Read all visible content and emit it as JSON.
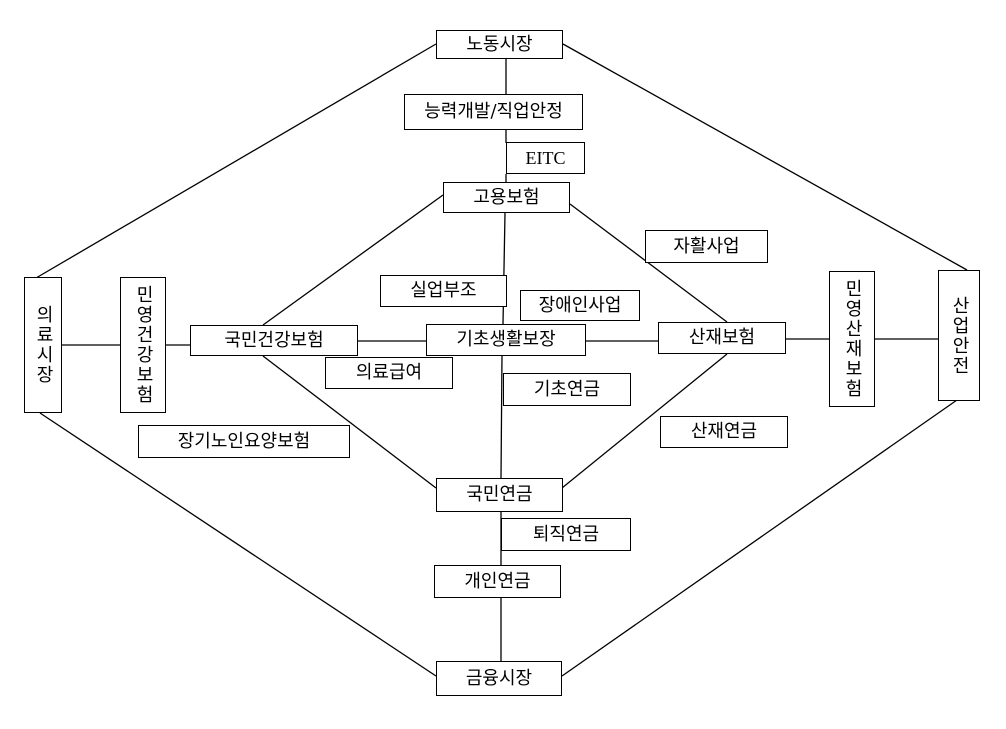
{
  "nodes": {
    "labor_market": "노동시장",
    "skill_dev": "능력개발/직업안정",
    "eitc": "EITC",
    "employment_ins": "고용보험",
    "self_support": "자활사업",
    "unemployment_aid": "실업부조",
    "disability": "장애인사업",
    "medical_market": "의료시장",
    "private_health": "민영건강보험",
    "nhi": "국민건강보험",
    "basic_livelihood": "기초생활보장",
    "industrial_ins": "산재보험",
    "private_industrial": "민영산재보험",
    "industrial_safety": "산업안전",
    "medical_aid": "의료급여",
    "basic_pension": "기초연금",
    "industrial_pension": "산재연금",
    "ltc": "장기노인요양보험",
    "national_pension": "국민연금",
    "retirement_pension": "퇴직연금",
    "personal_pension": "개인연금",
    "financial_market": "금융시장"
  }
}
